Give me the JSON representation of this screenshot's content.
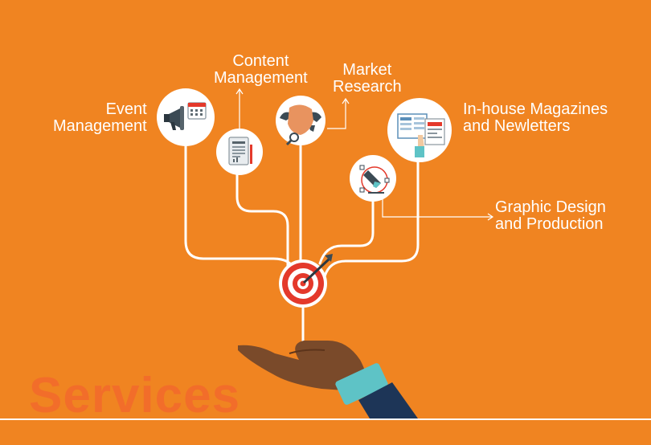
{
  "diagram": {
    "nodes": [
      {
        "id": "event",
        "lines": [
          "Event",
          "Management"
        ],
        "icon": "megaphone-calendar-icon"
      },
      {
        "id": "content",
        "lines": [
          "Content",
          "Management"
        ],
        "icon": "document-icon"
      },
      {
        "id": "market",
        "lines": [
          "Market",
          "Research"
        ],
        "icon": "globe-magnifier-icon"
      },
      {
        "id": "graphic",
        "lines": [
          "Graphic Design",
          "and Production"
        ],
        "icon": "pen-tool-icon"
      },
      {
        "id": "magazines",
        "lines": [
          "In-house Magazines",
          "and Newletters"
        ],
        "icon": "newsletter-icon"
      }
    ],
    "hub_icon": "target-arrow-icon",
    "hand_icon": "open-hand-icon",
    "watermark": "Services"
  },
  "colors": {
    "background": "#f08421",
    "watermark": "#f26d2a",
    "line": "#ffffff",
    "target_red": "#e4392b",
    "skin": "#7a4a2a",
    "cuff": "#5ec3c6",
    "sleeve": "#1d3557"
  }
}
